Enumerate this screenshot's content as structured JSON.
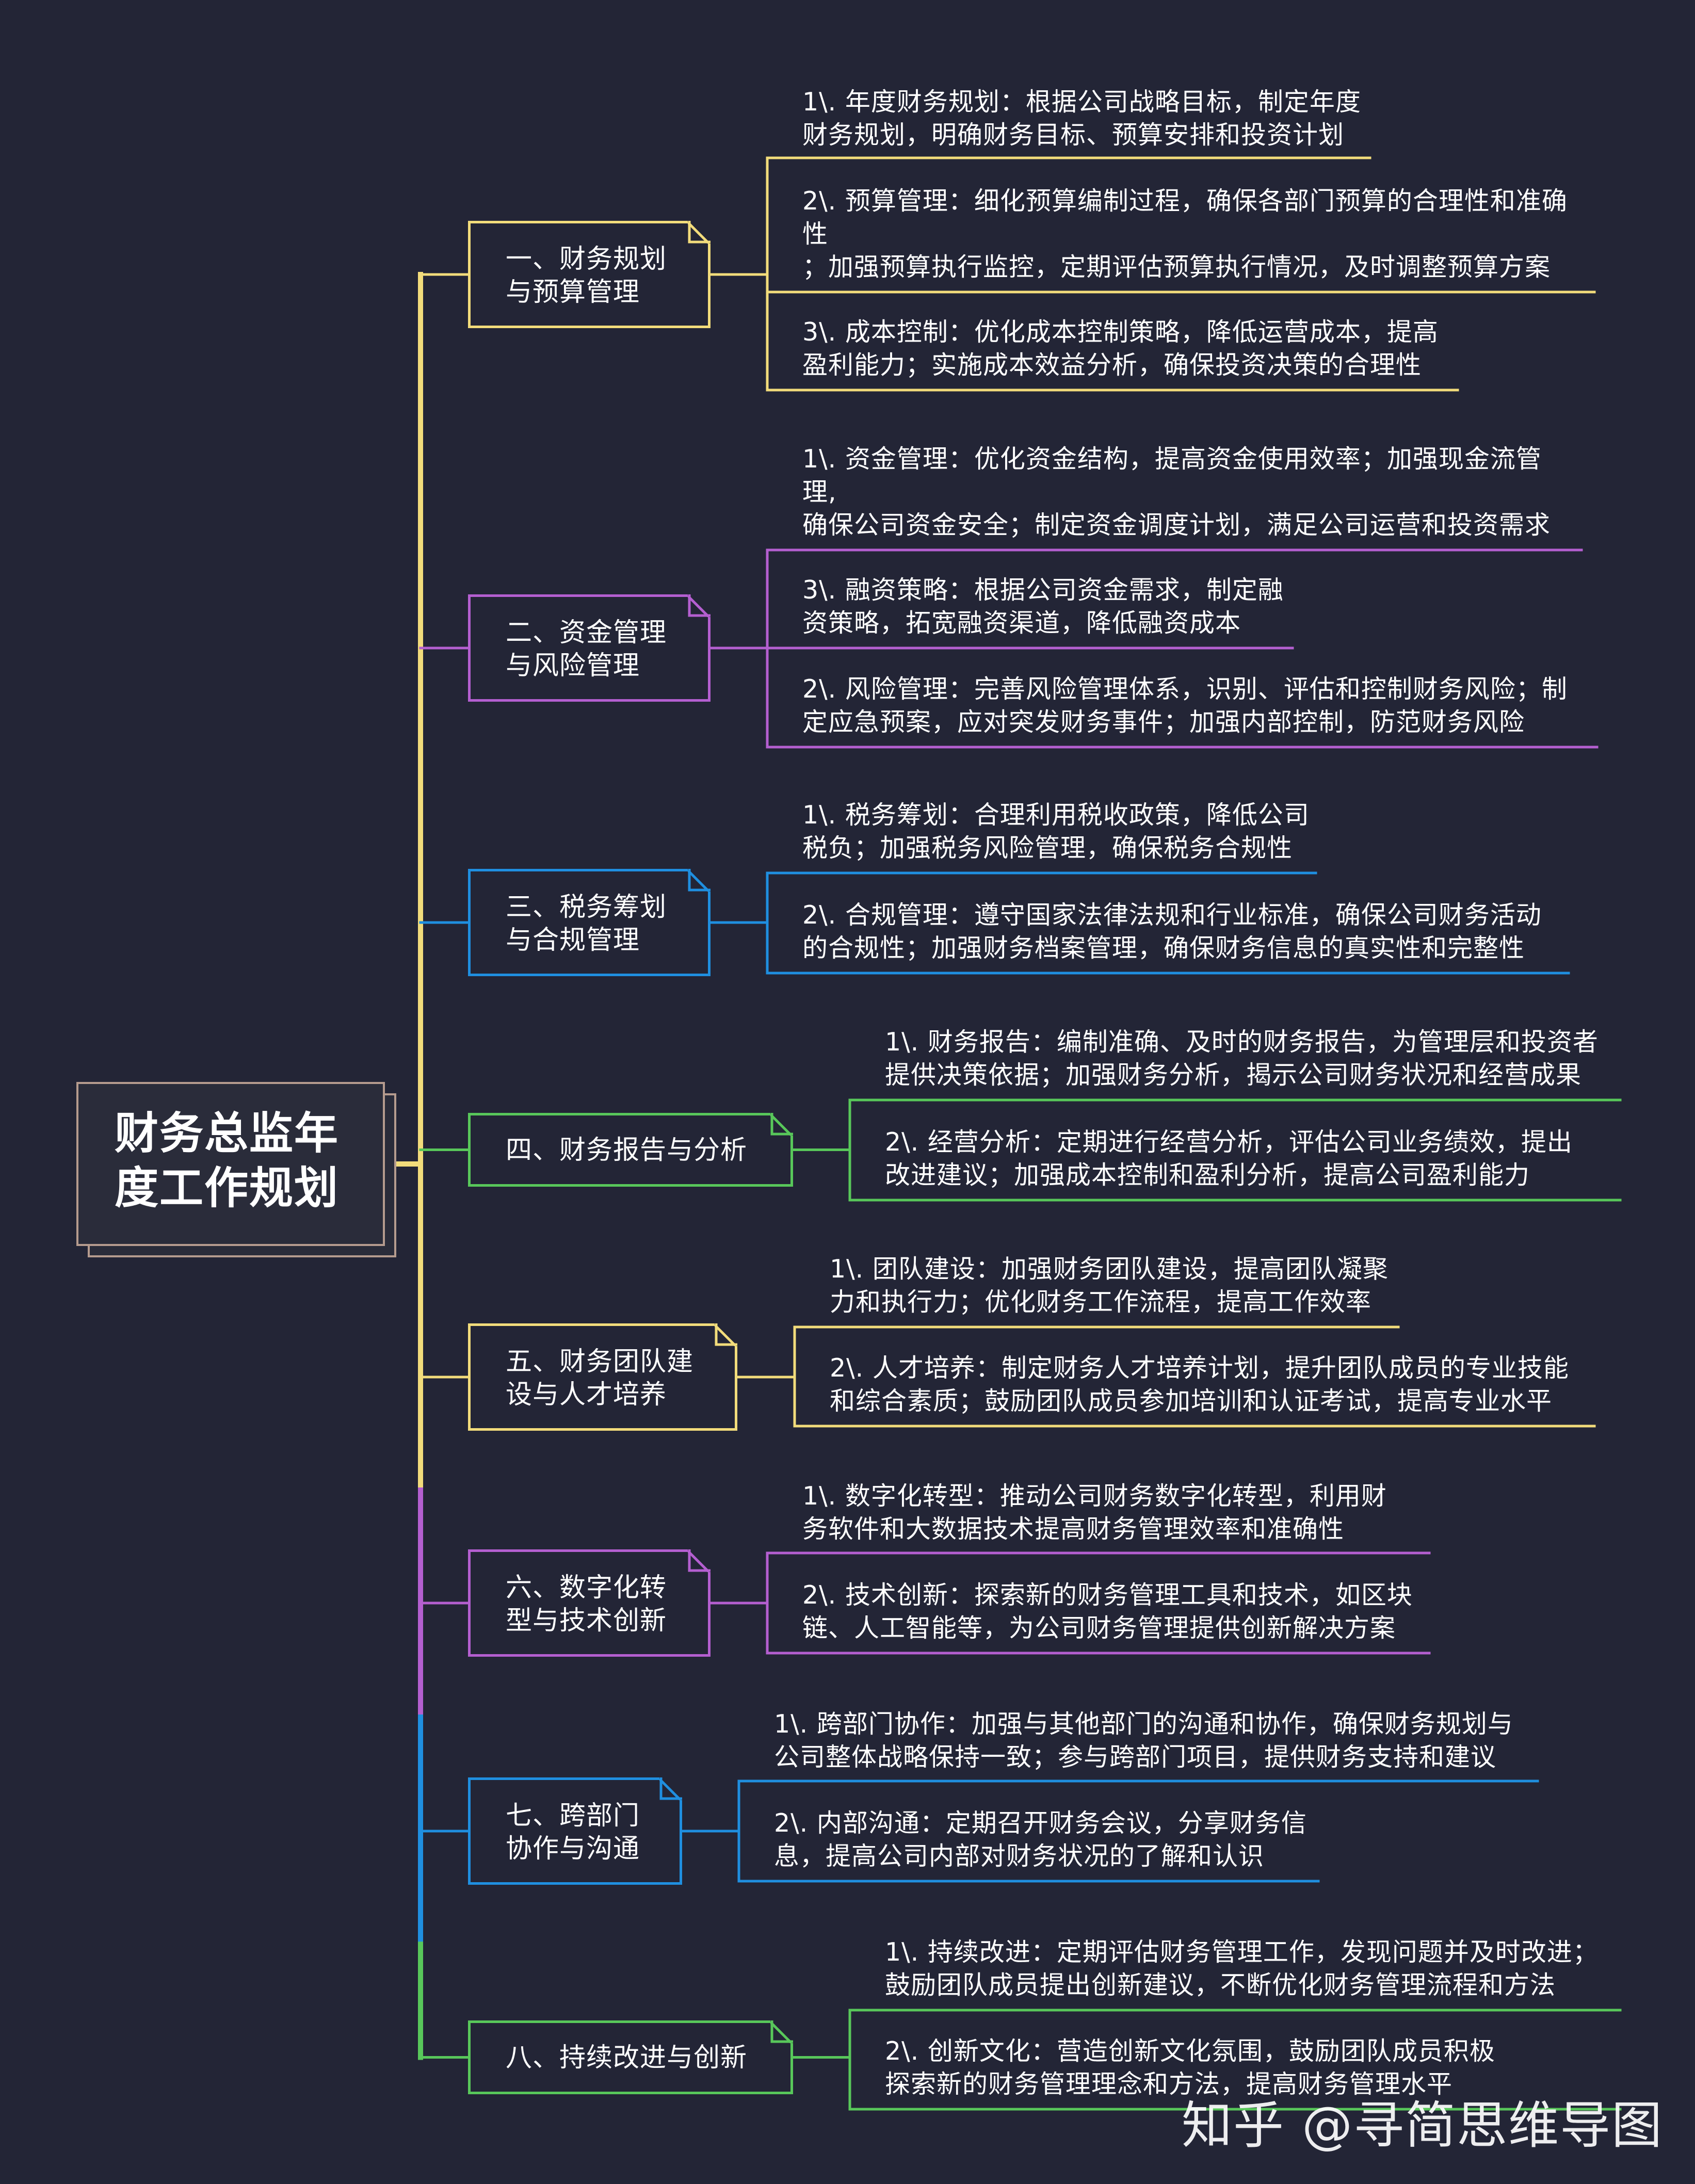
{
  "title_lines": [
    "财务总监年",
    "度工作规划"
  ],
  "colors": {
    "background": "#232536",
    "root_border": "#b59b8e",
    "yellow": "#f2dc7b",
    "purple": "#b45fd0",
    "blue": "#1f8fe0",
    "green": "#58c75a"
  },
  "branches": [
    {
      "label_lines": [
        "一、财务规划",
        "与预算管理"
      ],
      "color": "yellow",
      "leaves": [
        {
          "lines": [
            "1\\. 年度财务规划：根据公司战略目标，制定年度",
            "财务规划，明确财务目标、预算安排和投资计划"
          ]
        },
        {
          "lines": [
            "2\\. 预算管理：细化预算编制过程，确保各部门预算的合理性和准确",
            "性",
            "；加强预算执行监控，定期评估预算执行情况，及时调整预算方案"
          ]
        },
        {
          "lines": [
            "3\\. 成本控制：优化成本控制策略，降低运营成本，提高",
            "盈利能力；实施成本效益分析，确保投资决策的合理性"
          ]
        }
      ]
    },
    {
      "label_lines": [
        "二、资金管理",
        "与风险管理"
      ],
      "color": "purple",
      "leaves": [
        {
          "lines": [
            "1\\. 资金管理：优化资金结构，提高资金使用效率；加强现金流管",
            "理,",
            "确保公司资金安全；制定资金调度计划，满足公司运营和投资需求"
          ]
        },
        {
          "lines": [
            "3\\. 融资策略：根据公司资金需求，制定融",
            "资策略，拓宽融资渠道，降低融资成本"
          ]
        },
        {
          "lines": [
            "2\\. 风险管理：完善风险管理体系，识别、评估和控制财务风险；制",
            "定应急预案，应对突发财务事件；加强内部控制，防范财务风险"
          ]
        }
      ]
    },
    {
      "label_lines": [
        "三、税务筹划",
        "与合规管理"
      ],
      "color": "blue",
      "leaves": [
        {
          "lines": [
            "1\\. 税务筹划：合理利用税收政策，降低公司",
            "税负；加强税务风险管理，确保税务合规性"
          ]
        },
        {
          "lines": [
            "2\\. 合规管理：遵守国家法律法规和行业标准，确保公司财务活动",
            "的合规性；加强财务档案管理，确保财务信息的真实性和完整性"
          ]
        }
      ]
    },
    {
      "label_lines": [
        "四、财务报告与分析"
      ],
      "color": "green",
      "leaves": [
        {
          "lines": [
            "1\\. 财务报告：编制准确、及时的财务报告，为管理层和投资者",
            "提供决策依据；加强财务分析，揭示公司财务状况和经营成果"
          ]
        },
        {
          "lines": [
            "2\\. 经营分析：定期进行经营分析，评估公司业务绩效，提出",
            "改进建议；加强成本控制和盈利分析，提高公司盈利能力"
          ]
        }
      ]
    },
    {
      "label_lines": [
        "五、财务团队建",
        "设与人才培养"
      ],
      "color": "yellow",
      "leaves": [
        {
          "lines": [
            "1\\. 团队建设：加强财务团队建设，提高团队凝聚",
            "力和执行力；优化财务工作流程，提高工作效率"
          ]
        },
        {
          "lines": [
            "2\\. 人才培养：制定财务人才培养计划，提升团队成员的专业技能",
            "和综合素质；鼓励团队成员参加培训和认证考试，提高专业水平"
          ]
        }
      ]
    },
    {
      "label_lines": [
        "六、数字化转",
        "型与技术创新"
      ],
      "color": "purple",
      "leaves": [
        {
          "lines": [
            "1\\. 数字化转型：推动公司财务数字化转型，利用财",
            "务软件和大数据技术提高财务管理效率和准确性"
          ]
        },
        {
          "lines": [
            "2\\. 技术创新：探索新的财务管理工具和技术，如区块",
            "链、人工智能等，为公司财务管理提供创新解决方案"
          ]
        }
      ]
    },
    {
      "label_lines": [
        "七、跨部门",
        "协作与沟通"
      ],
      "color": "blue",
      "leaves": [
        {
          "lines": [
            "1\\. 跨部门协作：加强与其他部门的沟通和协作，确保财务规划与",
            "公司整体战略保持一致；参与跨部门项目，提供财务支持和建议"
          ]
        },
        {
          "lines": [
            "2\\. 内部沟通：定期召开财务会议，分享财务信",
            "息，提高公司内部对财务状况的了解和认识"
          ]
        }
      ]
    },
    {
      "label_lines": [
        "八、持续改进与创新"
      ],
      "color": "green",
      "leaves": [
        {
          "lines": [
            "1\\. 持续改进：定期评估财务管理工作，发现问题并及时改进；",
            "鼓励团队成员提出创新建议，不断优化财务管理流程和方法"
          ]
        },
        {
          "lines": [
            "2\\. 创新文化：营造创新文化氛围，鼓励团队成员积极",
            "探索新的财务管理理念和方法，提高财务管理水平"
          ]
        }
      ]
    }
  ],
  "watermark": "知乎 @寻简思维导图"
}
